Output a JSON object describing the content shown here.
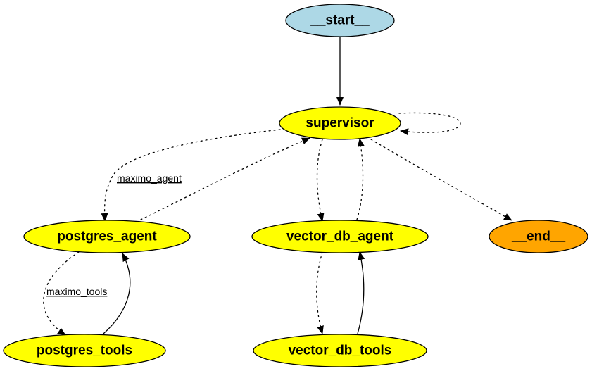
{
  "colors": {
    "start_fill": "#add8e6",
    "node_fill": "#ffff00",
    "end_fill": "#ffa500",
    "stroke": "#000000"
  },
  "nodes": {
    "start": {
      "label": "__start__"
    },
    "supervisor": {
      "label": "supervisor"
    },
    "postgres_agent": {
      "label": "postgres_agent"
    },
    "vector_db_agent": {
      "label": "vector_db_agent"
    },
    "end": {
      "label": "__end__"
    },
    "postgres_tools": {
      "label": "postgres_tools"
    },
    "vector_db_tools": {
      "label": "vector_db_tools"
    }
  },
  "edge_labels": {
    "maximo_agent": "maximo_agent",
    "maximo_tools": "maximo_tools"
  }
}
